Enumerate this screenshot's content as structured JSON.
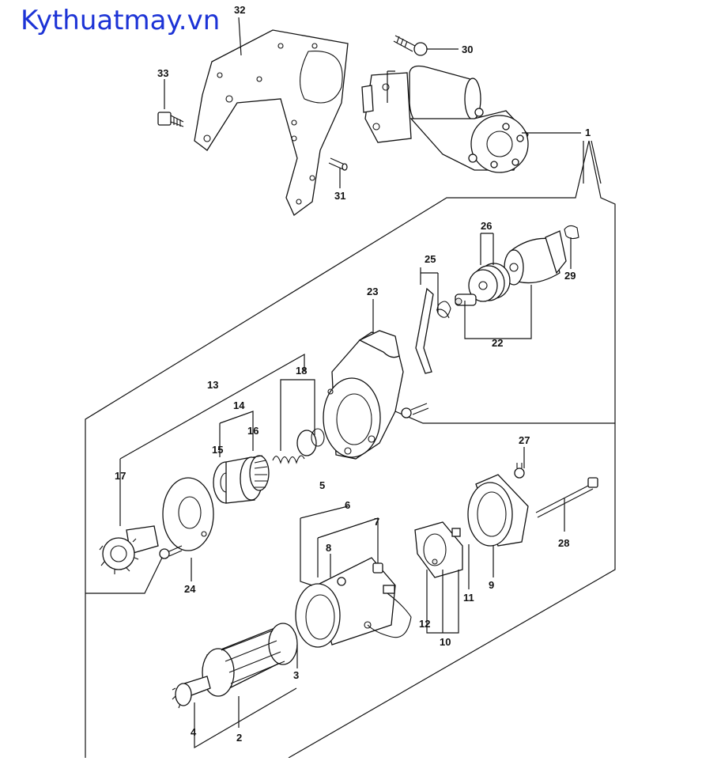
{
  "watermark": "Kythuatmay.vn",
  "callouts": [
    "32",
    "30",
    "33",
    "1",
    "31",
    "26",
    "25",
    "29",
    "23",
    "22",
    "18",
    "13",
    "14",
    "16",
    "15",
    "17",
    "27",
    "5",
    "6",
    "7",
    "8",
    "28",
    "24",
    "9",
    "11",
    "12",
    "10",
    "3",
    "2",
    "4"
  ]
}
